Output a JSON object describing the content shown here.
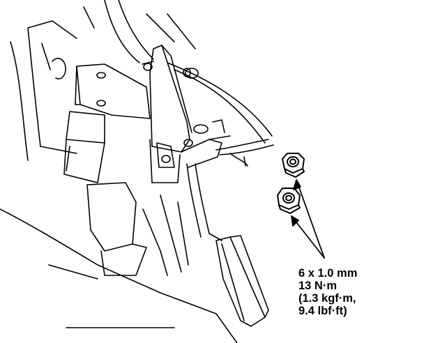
{
  "fastener_spec": {
    "size": "6 x 1.0 mm",
    "torque_nm": "13 N·m",
    "torque_kgfm": "(1.3 kgf·m,",
    "torque_lbfft": "9.4 lbf·ft)"
  },
  "colors": {
    "line": "#000000",
    "background": "#ffffff"
  }
}
